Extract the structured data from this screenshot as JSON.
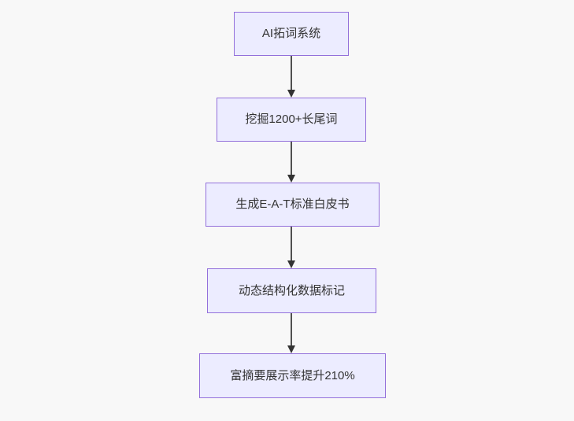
{
  "diagram": {
    "type": "flowchart",
    "direction": "top-down",
    "nodes": [
      {
        "id": "A",
        "label": "AI拓词系统"
      },
      {
        "id": "B",
        "label": "挖掘1200+长尾词"
      },
      {
        "id": "C",
        "label": "生成E-A-T标准白皮书"
      },
      {
        "id": "D",
        "label": "动态结构化数据标记"
      },
      {
        "id": "E",
        "label": "富摘要展示率提升210%"
      }
    ],
    "edges": [
      {
        "from": "A",
        "to": "B"
      },
      {
        "from": "B",
        "to": "C"
      },
      {
        "from": "C",
        "to": "D"
      },
      {
        "from": "D",
        "to": "E"
      }
    ],
    "colors": {
      "background": "#f8f8f8",
      "node_fill": "#ececff",
      "node_border": "#9370db",
      "node_text": "#333333",
      "arrow": "#333333"
    }
  }
}
